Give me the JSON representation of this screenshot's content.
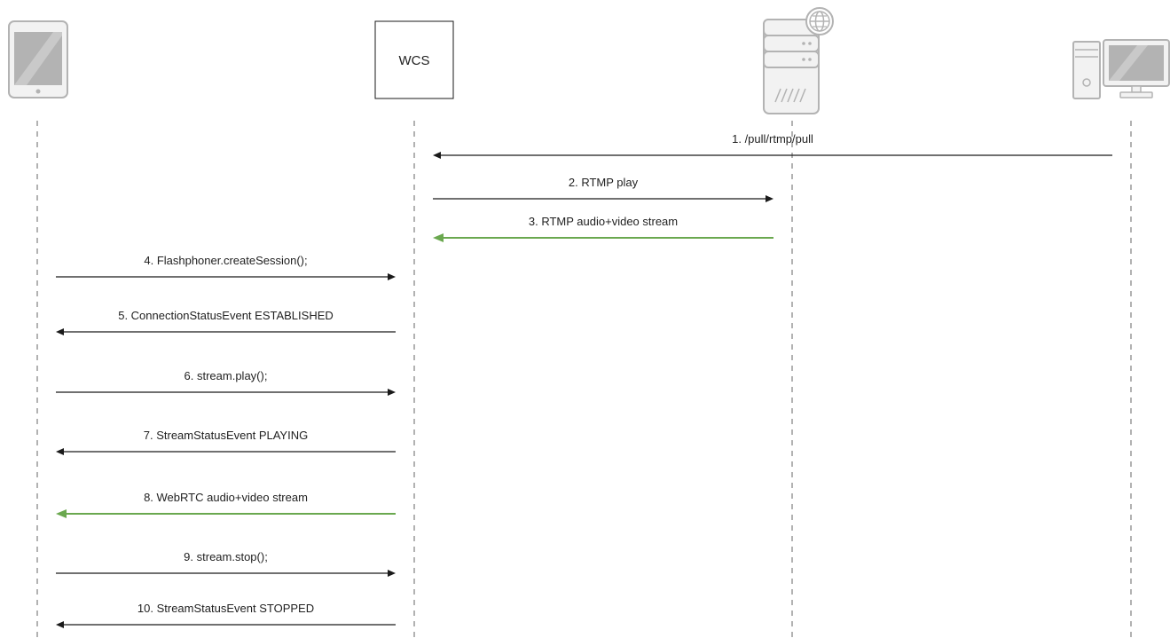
{
  "diagram": {
    "participants": [
      {
        "id": "tablet",
        "kind": "tablet-icon",
        "label": ""
      },
      {
        "id": "wcs",
        "kind": "box",
        "label": "WCS"
      },
      {
        "id": "rtmp_server",
        "kind": "web-server-icon",
        "label": ""
      },
      {
        "id": "pc",
        "kind": "desktop-computer-icon",
        "label": ""
      }
    ],
    "messages": [
      {
        "label": "1. /pull/rtmp/pull",
        "from": "pc",
        "to": "wcs",
        "stream": false
      },
      {
        "label": "2. RTMP play",
        "from": "wcs",
        "to": "rtmp_server",
        "stream": false
      },
      {
        "label": "3. RTMP audio+video stream",
        "from": "rtmp_server",
        "to": "wcs",
        "stream": true
      },
      {
        "label": "4. Flashphoner.createSession();",
        "from": "tablet",
        "to": "wcs",
        "stream": false
      },
      {
        "label": "5. ConnectionStatusEvent ESTABLISHED",
        "from": "wcs",
        "to": "tablet",
        "stream": false
      },
      {
        "label": "6. stream.play();",
        "from": "tablet",
        "to": "wcs",
        "stream": false
      },
      {
        "label": "7. StreamStatusEvent PLAYING",
        "from": "wcs",
        "to": "tablet",
        "stream": false
      },
      {
        "label": "8. WebRTC audio+video stream",
        "from": "wcs",
        "to": "tablet",
        "stream": true
      },
      {
        "label": "9. stream.stop();",
        "from": "tablet",
        "to": "wcs",
        "stream": false
      },
      {
        "label": "10. StreamStatusEvent STOPPED",
        "from": "wcs",
        "to": "tablet",
        "stream": false
      }
    ],
    "colors": {
      "signal": "#1a1a1a",
      "stream": "#6aa84f",
      "lifeline": "#666666",
      "icon_stroke": "#b3b3b3",
      "icon_fill": "#f2f2f2",
      "screen_fill": "#b3b3b3"
    }
  }
}
